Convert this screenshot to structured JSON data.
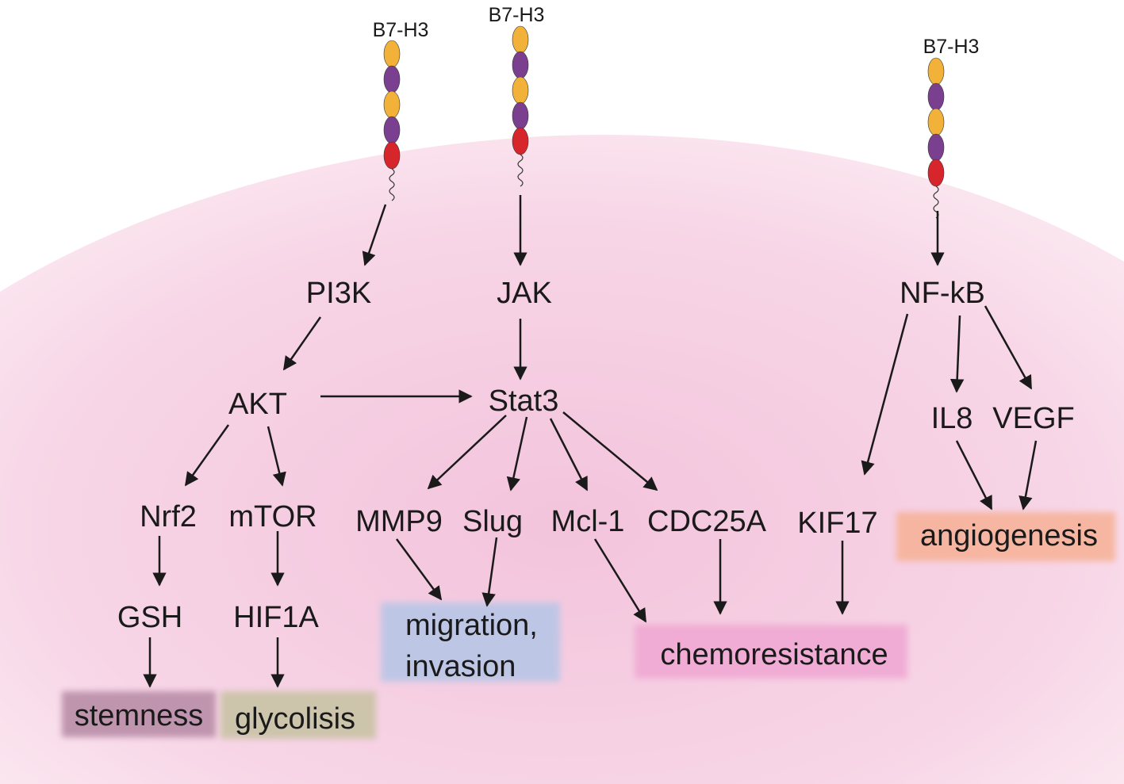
{
  "colors": {
    "cell_fill": "#f5d3e4",
    "cell_edge": "#fbe6ef",
    "domain_yellow": "#f2b23a",
    "domain_purple": "#7b3f90",
    "domain_red": "#d7262b",
    "arrow": "#1a1a1a",
    "stemness_bg": "#b98ea8",
    "glycolisis_bg": "#c9c3a6",
    "migration_bg": "#b9c6e6",
    "chemoresistance_bg": "#f0a9d3",
    "angiogenesis_bg": "#f6b39a"
  },
  "receptors": [
    {
      "id": "receptor-1",
      "label": "B7-H3"
    },
    {
      "id": "receptor-2",
      "label": "B7-H3"
    },
    {
      "id": "receptor-3",
      "label": "B7-H3"
    }
  ],
  "nodes": {
    "pi3k": "PI3K",
    "jak": "JAK",
    "nfkb": "NF-kB",
    "akt": "AKT",
    "stat3": "Stat3",
    "nrf2": "Nrf2",
    "mtor": "mTOR",
    "mmp9": "MMP9",
    "slug": "Slug",
    "mcl1": "Mcl-1",
    "cdc25a": "CDC25A",
    "kif17": "KIF17",
    "il8": "IL8",
    "vegf": "VEGF",
    "gsh": "GSH",
    "hif1a": "HIF1A"
  },
  "outcomes": {
    "stemness": "stemness",
    "glycolisis": "glycolisis",
    "migration_line1": "migration,",
    "migration_line2": "invasion",
    "chemoresistance": "chemoresistance",
    "angiogenesis": "angiogenesis"
  }
}
